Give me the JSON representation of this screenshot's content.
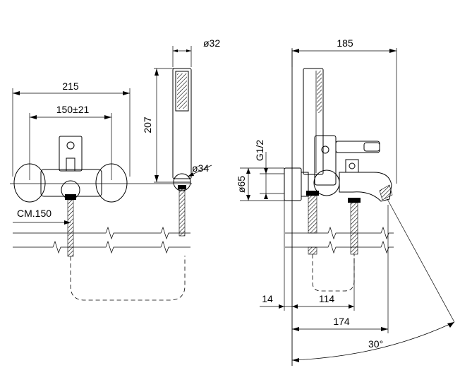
{
  "front_view": {
    "width_label": "215",
    "spacing_label": "150±21",
    "height_label": "207",
    "handshower_diameter_label": "ø32",
    "holder_diameter_label": "ø34",
    "centre_label": "CM.150"
  },
  "side_view": {
    "depth_label": "185",
    "thread_label": "G1/2",
    "flange_label": "ø65",
    "wall_gap_label": "14",
    "outlet_label": "114",
    "spout_label": "174",
    "angle_label": "30°"
  }
}
